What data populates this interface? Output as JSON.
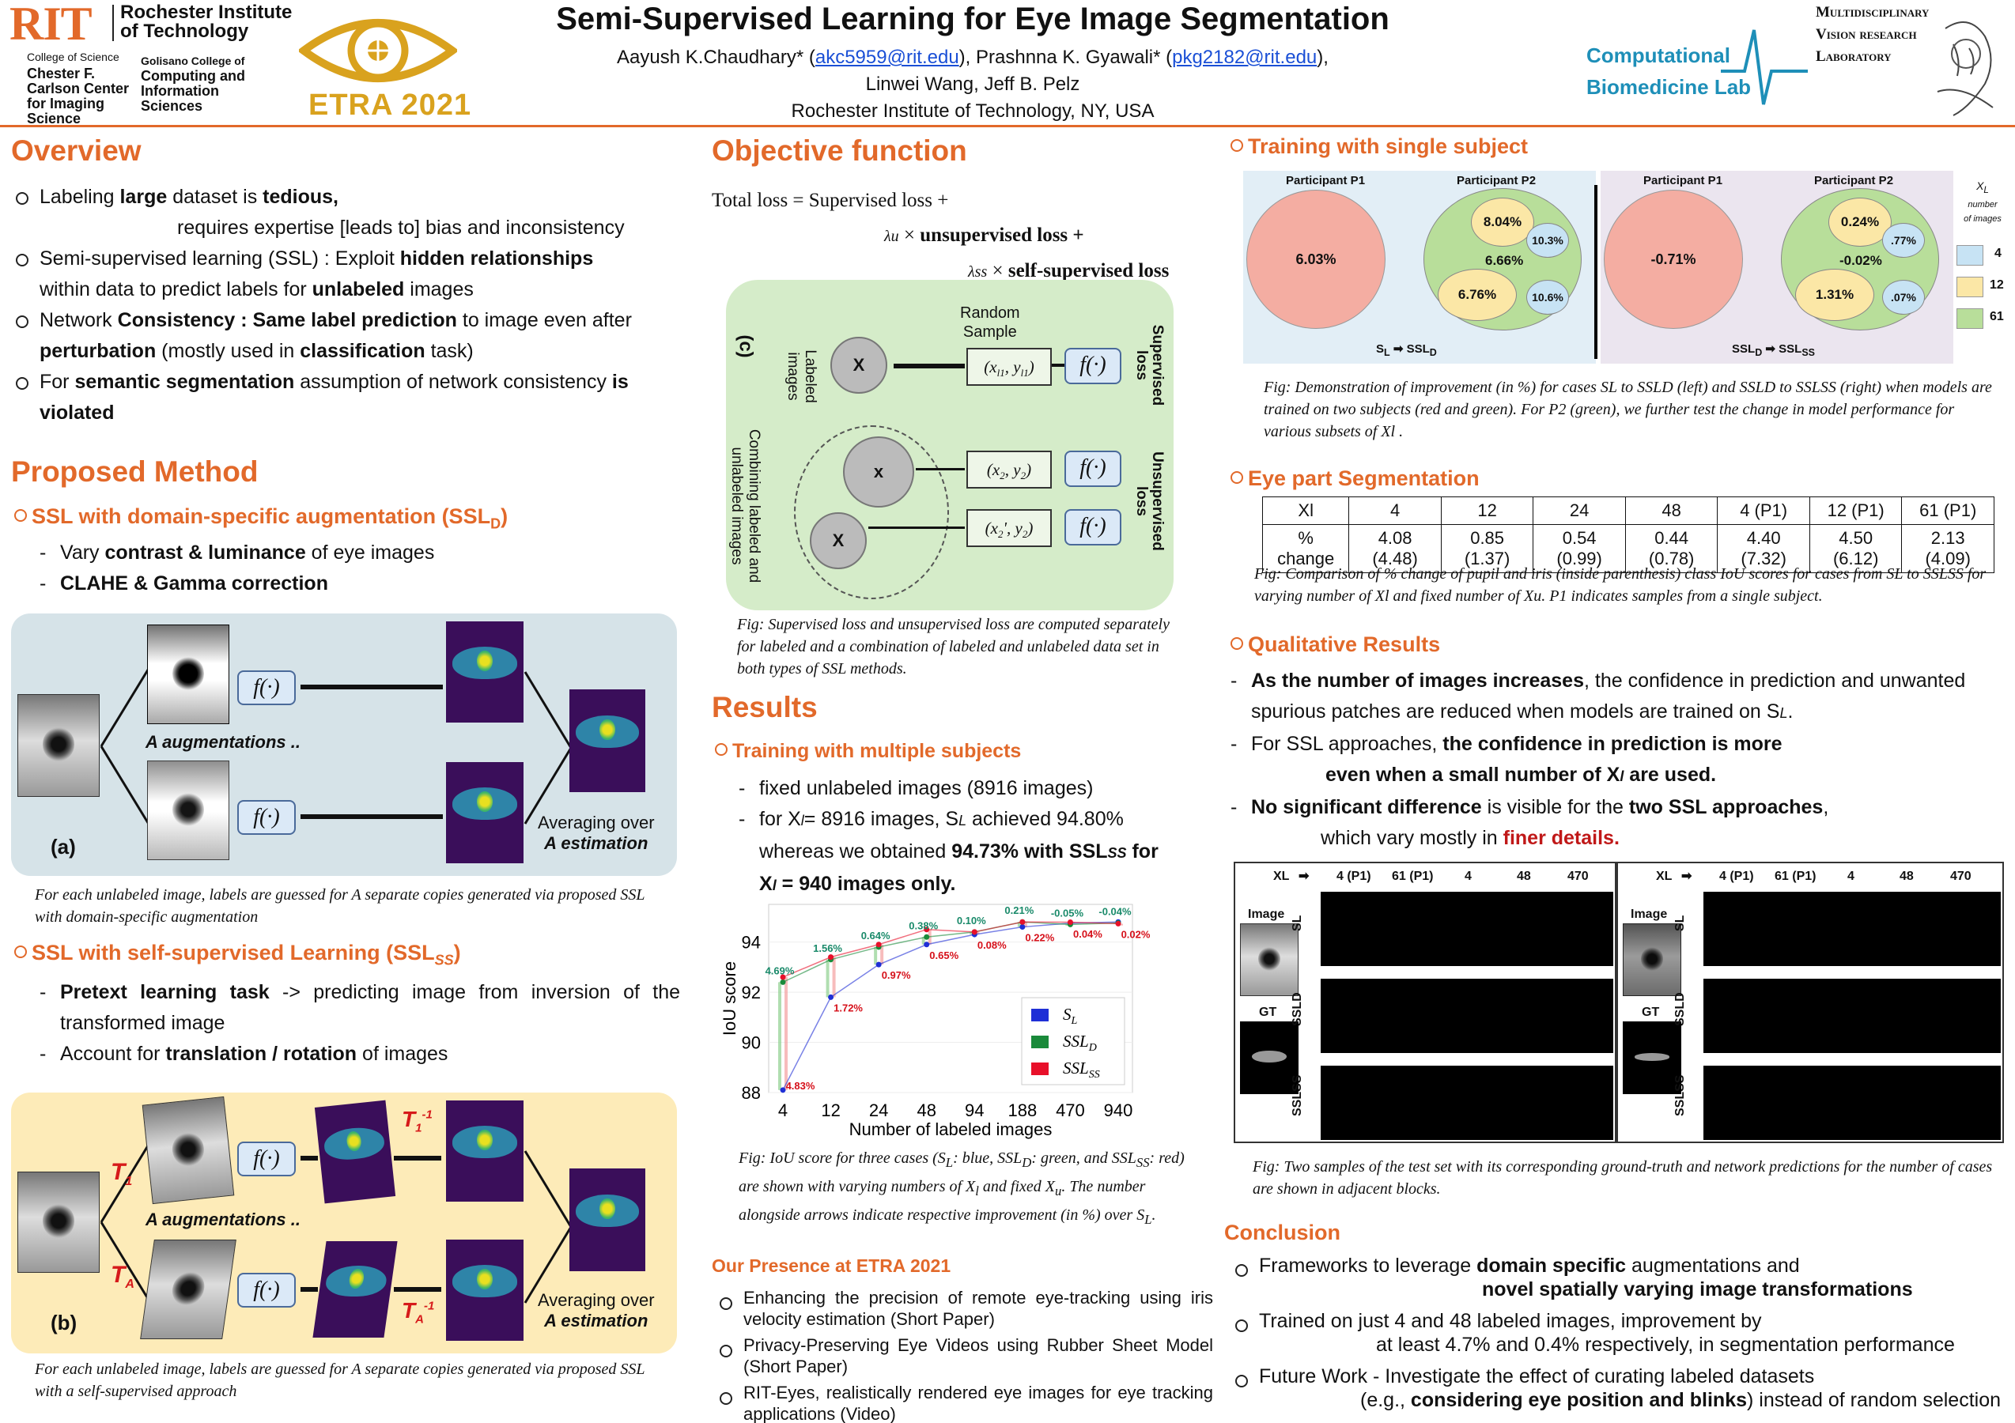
{
  "header": {
    "rit_logo": "RIT",
    "rit_name_1": "Rochester Institute",
    "rit_name_2": "of Technology",
    "college_science": "College of Science",
    "carlson_1": "Chester F.",
    "carlson_2": "Carlson Center",
    "carlson_3": "for Imaging",
    "carlson_4": "Science",
    "golisano_1": "Golisano College of",
    "golisano_2": "Computing and",
    "golisano_3": "Information",
    "golisano_4": "Sciences",
    "etra": "ETRA 2021",
    "title": "Semi-Supervised Learning for Eye Image Segmentation",
    "authors_line1_a": "Aayush K.Chaudhary* (",
    "email1": "akc5959@rit.edu",
    "authors_line1_b": "), Prashnna K. Gyawali* (",
    "email2": "pkg2182@rit.edu",
    "authors_line1_c": "),",
    "authors_line2": "Linwei Wang, Jeff B. Pelz",
    "affiliation": "Rochester Institute of Technology, NY, USA",
    "cbl_1": "Computational",
    "cbl_2": "Biomedicine Lab",
    "mvrl_1": "Multidisciplinary",
    "mvrl_2": "Vision research",
    "mvrl_3": "Laboratory"
  },
  "overview": {
    "heading": "Overview",
    "b1_a": "Labeling ",
    "b1_b": "large",
    "b1_c": " dataset is ",
    "b1_d": "tedious,",
    "b1_e": "requires expertise [leads to] bias and inconsistency",
    "b2_a": "Semi-supervised learning (SSL) : Exploit ",
    "b2_b": "hidden relationships",
    "b2_c": "within data to predict labels for ",
    "b2_d": "unlabeled",
    "b2_e": " images",
    "b3_a": "Network ",
    "b3_b": "Consistency : Same label prediction",
    "b3_c": " to image even after",
    "b3_d": "perturbation",
    "b3_e": " (mostly used in ",
    "b3_f": "classification",
    "b3_g": " task)",
    "b4_a": "For ",
    "b4_b": "semantic segmentation",
    "b4_c": " assumption of network consistency ",
    "b4_d": "is",
    "b4_e": "violated"
  },
  "method": {
    "heading": "Proposed Method",
    "sub1": "SSL with domain-specific augmentation (SSL",
    "sub1_sub": "D",
    "sub1_end": ")",
    "d1_a": "Vary ",
    "d1_b": "contrast & luminance",
    "d1_c": " of eye images",
    "d2": "CLAHE & Gamma correction",
    "fig_a_label": "(a)",
    "fig_a_aug": "A augmentations ..",
    "fig_a_avg1": "Averaging over",
    "fig_a_avg2": "A estimation",
    "f": "f(·)",
    "cap_a": "For each unlabeled image, labels are guessed for A separate copies generated via proposed SSL with domain-specific augmentation",
    "sub2": "SSL with self-supervised Learning (SSL",
    "sub2_sub": "SS",
    "sub2_end": ")",
    "s1_a": "Pretext learning task",
    "s1_b": " -> predicting image from inversion of the transformed image",
    "s2_a": "Account for ",
    "s2_b": "translation / rotation",
    "s2_c": " of images",
    "fig_b_label": "(b)",
    "t1": "T",
    "t1_sub": "1",
    "tA": "T",
    "tA_sub": "A",
    "t1inv": "T",
    "t1inv_sub": "1",
    "tAinv": "T",
    "tAinv_sub": "A",
    "inv": "-1",
    "cap_b": "For each unlabeled image, labels are guessed for A separate copies generated via proposed SSL with a self-supervised approach"
  },
  "objective": {
    "heading": "Objective function",
    "line1": "Total loss = Supervised loss  +",
    "line2_a": "λu",
    "line2_b": " × ",
    "line2_c": "unsupervised loss +",
    "line3_a": "λss",
    "line3_b": " × ",
    "line3_c": "self-supervised loss",
    "fig_c": "(c)",
    "labeled": "Labeled images",
    "combining": "Combining labeled and unlabeled images",
    "random_1": "Random",
    "random_2": "Sample",
    "xl1": "(x",
    "xl1_sub": "l1",
    "xl1_b": ", y",
    "xl1_end": ")",
    "x2": "(x",
    "x2_sub": "2",
    "x2_b": ", y",
    "x2_end": ")",
    "x2p": "(x",
    "x2p_sub": "2",
    "x2p_b": "', y",
    "x2p_end": ")",
    "sup_loss": "Supervised loss",
    "unsup_loss": "Unsupervised loss",
    "f": "f(·)",
    "cap": "Fig: Supervised loss and unsupervised loss are computed separately for labeled and a combination of labeled and unlabeled data set in both types of SSL methods."
  },
  "results": {
    "heading": "Results",
    "sub": "Training with multiple subjects",
    "d1": "fixed unlabeled images (8916 images)",
    "d2_a": "for X",
    "d2_b": "= 8916 images, S",
    "d2_c": " achieved 94.80%",
    "d2_d": "whereas we obtained ",
    "d2_e": "94.73% with SSL",
    "d2_f": "SS",
    "d2_g": " for",
    "d2_h": "X",
    "d2_i": " = 940 images only.",
    "cap_a": "Fig: IoU score for three cases (S",
    "cap_b": ": blue, SSL",
    "cap_c": ": green, and SSL",
    "cap_d": ": red) are shown with varying numbers of X",
    "cap_e": " and fixed X",
    "cap_f": ". The number alongside arrows indicate respective improvement (in %) over S",
    "cap_g": "."
  },
  "chart_data": {
    "type": "line",
    "categories": [
      "4",
      "12",
      "24",
      "48",
      "94",
      "188",
      "470",
      "940"
    ],
    "xlabel": "Number of labeled images",
    "ylabel": "IoU score",
    "ylim": [
      88,
      95.5
    ],
    "yticks": [
      88,
      90,
      92,
      94
    ],
    "legend_position": "bottom-right",
    "series": [
      {
        "name": "S",
        "sub": "L",
        "color": "#1f2fd6",
        "values": [
          88.1,
          91.8,
          93.1,
          93.9,
          94.3,
          94.6,
          94.75,
          94.8
        ]
      },
      {
        "name": "SSL",
        "sub": "D",
        "color": "#1a8a3a",
        "values": [
          92.4,
          93.3,
          93.8,
          94.2,
          94.4,
          94.8,
          94.7,
          94.76
        ]
      },
      {
        "name": "SSL",
        "sub": "SS",
        "color": "#e8102a",
        "values": [
          92.6,
          93.4,
          93.9,
          94.5,
          94.4,
          94.8,
          94.79,
          94.73
        ]
      }
    ],
    "green_labels": [
      "4.69%",
      "1.56%",
      "0.64%",
      "0.38%",
      "0.10%",
      "0.21%",
      "-0.05%",
      "-0.04%"
    ],
    "red_labels": [
      "4.83%",
      "1.72%",
      "0.97%",
      "0.65%",
      "0.08%",
      "0.22%",
      "0.04%",
      "0.02%"
    ]
  },
  "presence": {
    "heading": "Our Presence at ETRA 2021",
    "i1": "Enhancing the precision of remote eye-tracking using iris velocity estimation (Short Paper)",
    "i2": "Privacy-Preserving Eye Videos using Rubber Sheet Model (Short Paper)",
    "i3": "RIT-Eyes, realistically rendered eye images for eye tracking applications (Video)"
  },
  "single": {
    "heading": "Training with single subject",
    "p1": "Participant P1",
    "p2": "Participant P2",
    "left_p1": "6.03%",
    "left_outer": "6.66%",
    "left_a": "8.04%",
    "left_b": "10.3%",
    "left_c": "6.76%",
    "left_d": "10.6%",
    "right_p1": "-0.71%",
    "right_outer": "-0.02%",
    "right_a": "0.24%",
    "right_b": ".77%",
    "right_c": "1.31%",
    "right_d": ".07%",
    "left_axis_a": "S",
    "left_axis_a_sub": "L",
    "left_axis_b": "SSL",
    "left_axis_b_sub": "D",
    "right_axis_a": "SSL",
    "right_axis_a_sub": "D",
    "right_axis_b": "SSL",
    "right_axis_b_sub": "SS",
    "legend_title_a": "X",
    "legend_title_sub": "L",
    "legend_title_b": "number",
    "legend_title_c": "of images",
    "legend": [
      "4",
      "12",
      "61"
    ],
    "colors": {
      "blue": "#c7e3f4",
      "yellow": "#fbe7a6",
      "green": "#b8de9a",
      "red": "#f4ada2"
    },
    "cap": "Fig: Demonstration of improvement (in %) for cases SL to SSLD (left) and SSLD to SSLSS (right) when models are trained on two subjects (red and green). For P2 (green), we further test the change in model performance for various subsets of Xl ."
  },
  "eyepart": {
    "heading": "Eye part Segmentation",
    "header_row": [
      "Xl",
      "4",
      "12",
      "24",
      "48",
      "4 (P1)",
      "12 (P1)",
      "61 (P1)"
    ],
    "value_row": [
      "% change",
      "4.08 (4.48)",
      "0.85 (1.37)",
      "0.54 (0.99)",
      "0.44 (0.78)",
      "4.40 (7.32)",
      "4.50 (6.12)",
      "2.13 (4.09)"
    ],
    "cap": "Fig: Comparison of % change of pupil and iris (inside parenthesis) class IoU scores for cases from SL to SSLSS for varying number of Xl and fixed number of Xu. P1 indicates samples from a single subject."
  },
  "qualitative": {
    "heading": "Qualitative Results",
    "q1_a": "As the number of images increases",
    "q1_b": ", the confidence in prediction and unwanted spurious patches are reduced when models are trained on S",
    "q1_c": "L",
    "q1_d": ".",
    "q2_a": "For SSL approaches, ",
    "q2_b": "the confidence in prediction is more",
    "q2_c": "even when a small number of X",
    "q2_d": "l",
    "q2_e": " are used.",
    "q3_a": "No significant difference",
    "q3_b": " is visible for the ",
    "q3_c": "two SSL approaches",
    "q3_d": ",",
    "q3_e": "which  vary mostly in ",
    "q3_f": "finer details.",
    "xl": "XL",
    "cols": [
      "4 (P1)",
      "61 (P1)",
      "4",
      "48",
      "470"
    ],
    "image": "Image",
    "gt": "GT",
    "rows": [
      "SL",
      "SSLD",
      "SSLSS"
    ],
    "cap": "Fig: Two samples of the test set with its corresponding ground-truth and network predictions for the number of cases are shown in adjacent blocks."
  },
  "conclusion": {
    "heading": "Conclusion",
    "c1_a": "Frameworks to leverage ",
    "c1_b": "domain specific",
    "c1_c": " augmentations and",
    "c1_d": "novel spatially varying image transformations",
    "c2_a": "Trained on just 4 and 48 labeled images, improvement by",
    "c2_b": "at least 4.7% and 0.4% respectively, in segmentation performance",
    "c3_a": "Future Work - Investigate the effect of curating labeled datasets",
    "c3_b": "(e.g., ",
    "c3_c": "considering eye position and blinks",
    "c3_d": ") instead of random selection"
  }
}
